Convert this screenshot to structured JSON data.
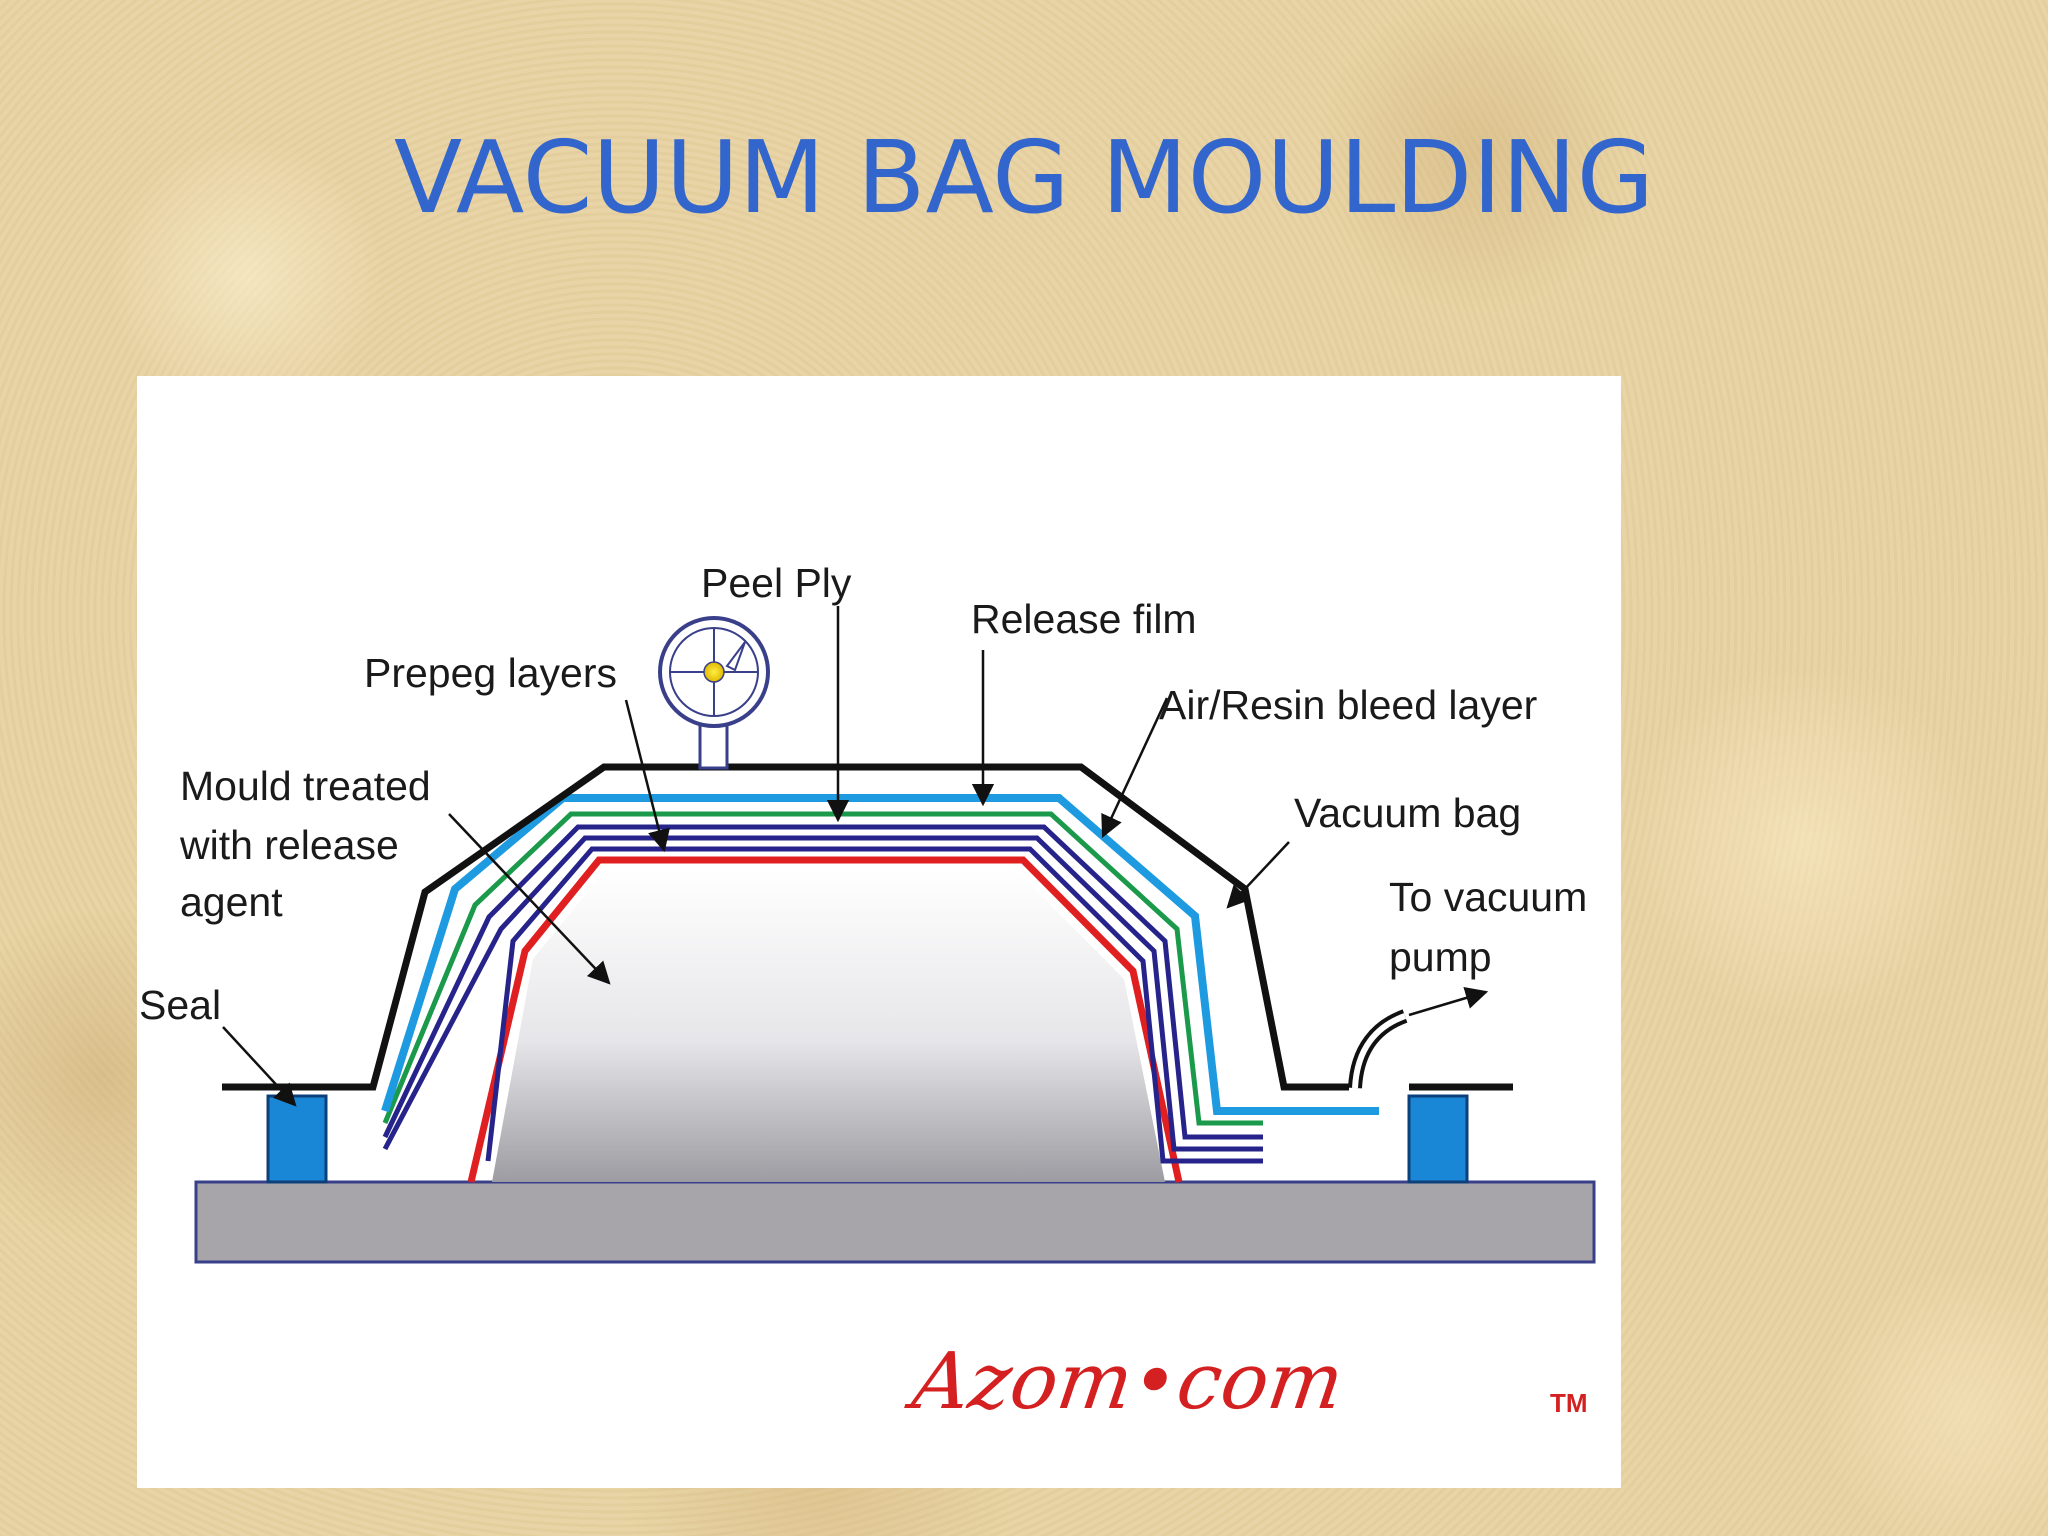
{
  "slide": {
    "title": "VACUUM BAG MOULDING"
  },
  "diagram": {
    "labels": {
      "peel_ply": "Peel Ply",
      "release_film": "Release film",
      "prepeg_layers": "Prepeg layers",
      "air_resin_bleed": "Air/Resin bleed layer",
      "mould_line1": "Mould treated",
      "mould_line2": "with release",
      "mould_line3": "agent",
      "vacuum_bag": "Vacuum bag",
      "pump_line1": "To vacuum",
      "pump_line2": "pump",
      "seal": "Seal"
    },
    "logo_text": "Azom•com",
    "trademark": "TM",
    "colors": {
      "vacuum_bag": "#111111",
      "bleed_layer": "#1e9be0",
      "release_film": "#1a9a4a",
      "prepreg": "#26238a",
      "mould_surface": "#e02020",
      "base_plate": "#a7a5aa",
      "seal": "#1a86d6",
      "logo": "#d42020"
    }
  }
}
